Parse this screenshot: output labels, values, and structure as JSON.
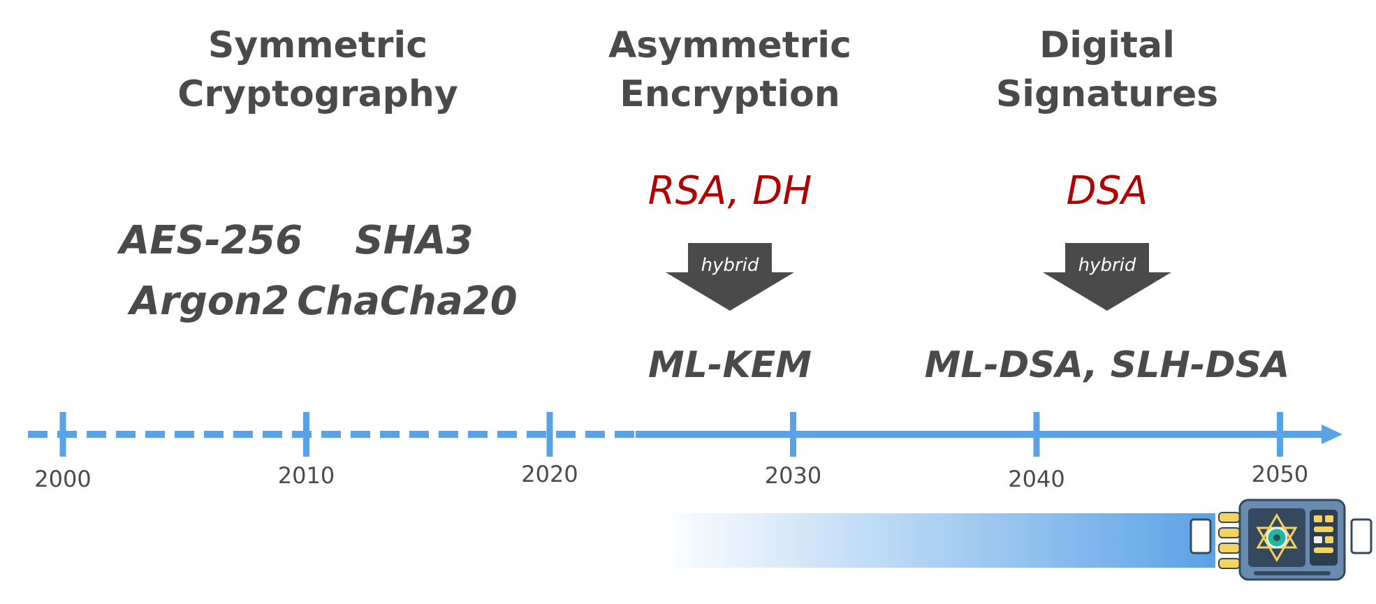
{
  "columns": [
    {
      "heading_line1": "Symmetric",
      "heading_line2": "Cryptography"
    },
    {
      "heading_line1": "Asymmetric",
      "heading_line2": "Encryption"
    },
    {
      "heading_line1": "Digital",
      "heading_line2": "Signatures"
    }
  ],
  "symmetric": {
    "algorithms": [
      "AES-256",
      "SHA3",
      "Argon2",
      "ChaCha20"
    ]
  },
  "asymmetric": {
    "classic": "RSA, DH",
    "transition_label": "hybrid",
    "post_quantum": "ML-KEM"
  },
  "signatures": {
    "classic": "DSA",
    "transition_label": "hybrid",
    "post_quantum": "ML-DSA, SLH-DSA"
  },
  "timeline": {
    "years": [
      "2000",
      "2010",
      "2020",
      "2030",
      "2040",
      "2050"
    ],
    "present_year": 2024,
    "colors": {
      "axis": "#5aa2e6",
      "classic": "#b00000",
      "text": "#4a4a4a",
      "arrow": "#4a4a4a"
    }
  },
  "device": {
    "icon": "quantum-chip-icon"
  }
}
